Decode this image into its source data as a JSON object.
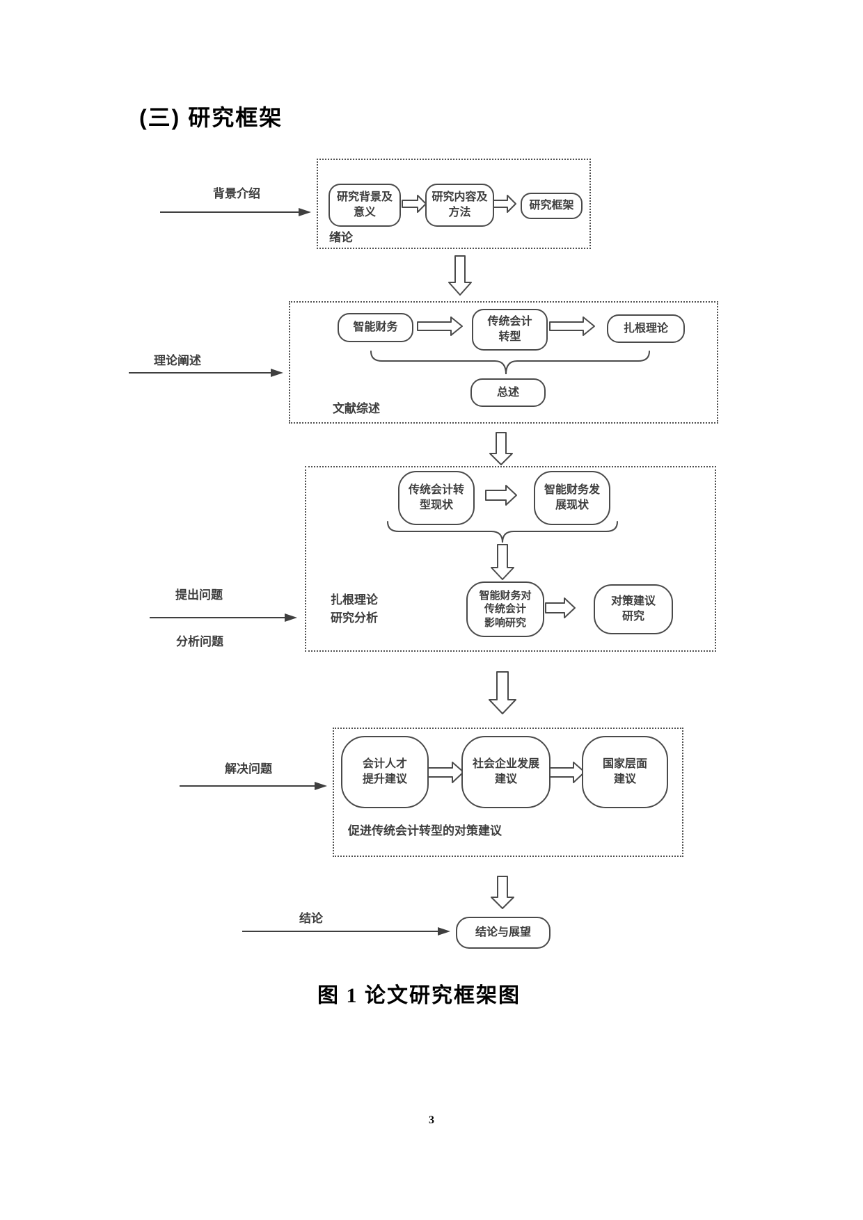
{
  "page": {
    "title": "(三) 研究框架",
    "caption": "图 1  论文研究框架图",
    "page_number": "3"
  },
  "diagram": {
    "stroke_color": "#4a4a4a",
    "rows": {
      "intro": {
        "side_label": "背景介绍",
        "box_label": "绪论",
        "nodes": {
          "background": "研究背景及\n意义",
          "content": "研究内容及\n方法",
          "framework": "研究框架"
        }
      },
      "literature": {
        "side_label": "理论阐述",
        "box_label": "文献综述",
        "nodes": {
          "smart_finance": "智能财务",
          "transition": "传统会计\n转型",
          "grounded_theory": "扎根理论",
          "summary": "总述"
        }
      },
      "analysis": {
        "side_label_top": "提出问题",
        "side_label_bottom": "分析问题",
        "box_label": "扎根理论\n研究分析",
        "nodes": {
          "transition_status": "传统会计转\n型现状",
          "smart_status": "智能财务发\n展现状",
          "impact_research": "智能财务对\n传统会计\n影响研究",
          "countermeasure_research": "对策建议\n研究"
        }
      },
      "suggestions": {
        "side_label": "解决问题",
        "box_label": "促进传统会计转型的对策建议",
        "nodes": {
          "talent": "会计人才\n提升建议",
          "society": "社会企业发展\n建议",
          "nation": "国家层面\n建议"
        }
      },
      "conclusion": {
        "side_label": "结论",
        "node": "结论与展望"
      }
    }
  }
}
